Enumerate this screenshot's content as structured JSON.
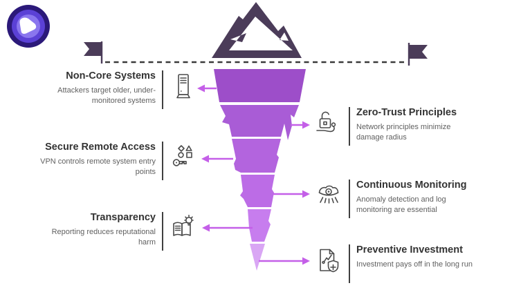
{
  "logo": {
    "name": "brand-logo",
    "colors": {
      "outer": "#2b1979",
      "mid": "#5b41d6",
      "inner": "#8a76ee",
      "core": "#ffffff"
    }
  },
  "decor": {
    "mountain_color": "#4b3c59",
    "flag_color": "#4b3c59",
    "dash_color": "#3a3a3a"
  },
  "funnel": {
    "arrow_color": "#c45fe8",
    "segments": [
      {
        "color": "#9d4ec9"
      },
      {
        "color": "#a95cd6"
      },
      {
        "color": "#b364de"
      },
      {
        "color": "#bc6ce6"
      },
      {
        "color": "#c77dee"
      },
      {
        "color": "#d9a6f4"
      }
    ]
  },
  "left_items": [
    {
      "title": "Non-Core Systems",
      "description": "Attackers target older, under-monitored systems",
      "icon": "server-icon"
    },
    {
      "title": "Secure Remote Access",
      "description": "VPN controls remote system entry points",
      "icon": "key-shapes-icon"
    },
    {
      "title": "Transparency",
      "description": "Reporting reduces reputational harm",
      "icon": "book-bulb-icon"
    }
  ],
  "right_items": [
    {
      "title": "Zero-Trust Principles",
      "description": "Network principles minimize damage radius",
      "icon": "lock-network-icon"
    },
    {
      "title": "Continuous Monitoring",
      "description": "Anomaly detection and log monitoring are essential",
      "icon": "monitoring-eye-icon"
    },
    {
      "title": "Preventive Investment",
      "description": "Investment pays off in the long run",
      "icon": "investment-shield-icon"
    }
  ]
}
